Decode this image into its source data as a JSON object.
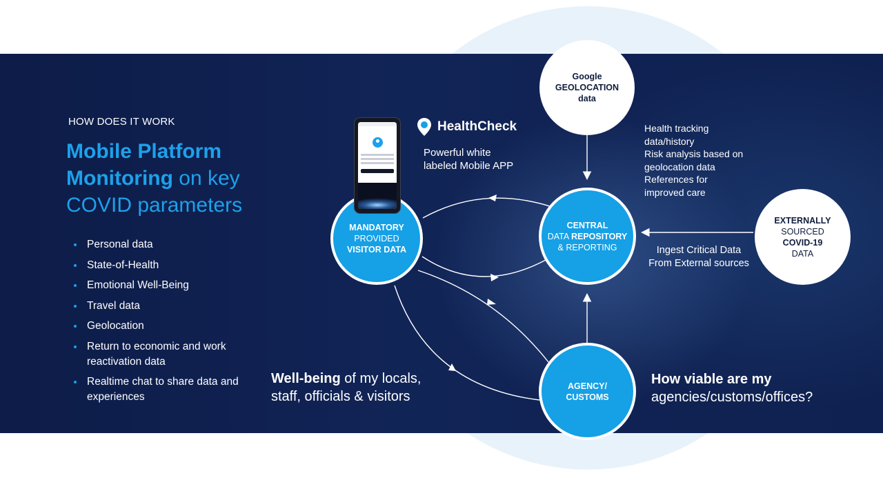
{
  "intro": {
    "kicker": "HOW DOES IT WORK",
    "headline": {
      "line1": "Mobile Platform",
      "line2_bold": "Monitoring",
      "line2_rest": " on key",
      "line3": "COVID parameters"
    }
  },
  "bullets": [
    "Personal data",
    "State-of-Health",
    "Emotional Well-Being",
    "Travel data",
    "Geolocation",
    "Return to economic and work reactivation data",
    "Realtime chat to share data and experiences"
  ],
  "app": {
    "brand_name": "HealthCheck",
    "description": "Powerful white labeled Mobile APP"
  },
  "nodes": {
    "google": {
      "line1": "Google",
      "line2": "GEOLOCATION",
      "line3": "data"
    },
    "mandatory": {
      "line1": "MANDATORY",
      "line2": "PROVIDED",
      "line3": "VISITOR DATA"
    },
    "central": {
      "line1": "CENTRAL",
      "line2a": "DATA ",
      "line2b": "REPOSITORY",
      "line3": "& REPORTING"
    },
    "external": {
      "line1": "EXTERNALLY",
      "line2": "SOURCED",
      "line3": "COVID-19",
      "line4": "DATA"
    },
    "agency": {
      "line1": "AGENCY/",
      "line2": "CUSTOMS"
    }
  },
  "annotations": {
    "feeds": [
      "Health tracking",
      "data/history",
      "Risk analysis based on",
      "geolocation data",
      "References for",
      "improved care"
    ],
    "ingest": [
      "Ingest Critical Data",
      "From External sources"
    ]
  },
  "captions": {
    "wellbeing_bold": "Well-being",
    "wellbeing_rest1": " of my locals,",
    "wellbeing_line2": "staff, officials & visitors",
    "viable_bold": "How viable are my",
    "viable_line2": "agencies/customs/offices?"
  },
  "colors": {
    "accent": "#16a0e6",
    "band": "#112456",
    "halo": "#e8f2fa"
  }
}
